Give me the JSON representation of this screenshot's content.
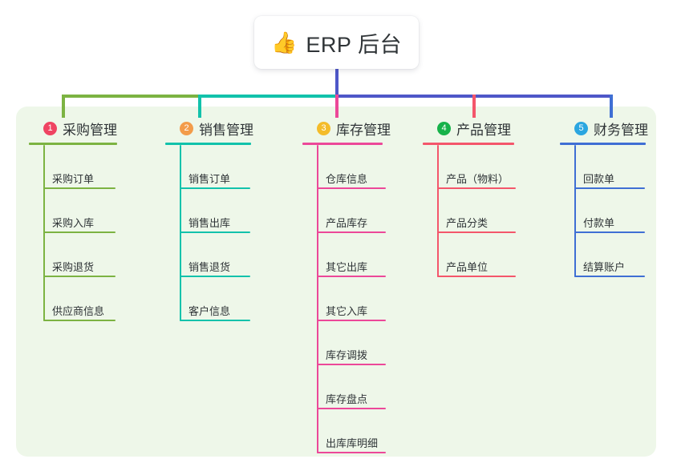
{
  "root": {
    "icon": "thumbs-up-icon",
    "emoji": "👍",
    "title": "ERP 后台"
  },
  "panel": {
    "background": "#eef7e9"
  },
  "connector": {
    "trunk_color": "#4e57c8",
    "segments": [
      {
        "color": "#7cb342"
      },
      {
        "color": "#12c2ab"
      },
      {
        "color": "#4e57c8"
      }
    ]
  },
  "columns": [
    {
      "number": "1",
      "title": "采购管理",
      "badge_color": "#ef4462",
      "line_color": "#7cb342",
      "items": [
        {
          "label": "采购订单"
        },
        {
          "label": "采购入库"
        },
        {
          "label": "采购退货"
        },
        {
          "label": "供应商信息"
        }
      ]
    },
    {
      "number": "2",
      "title": "销售管理",
      "badge_color": "#f39c4a",
      "line_color": "#12c2ab",
      "items": [
        {
          "label": "销售订单"
        },
        {
          "label": "销售出库"
        },
        {
          "label": "销售退货"
        },
        {
          "label": "客户信息"
        }
      ]
    },
    {
      "number": "3",
      "title": "库存管理",
      "badge_color": "#f4bc2a",
      "line_color": "#ec4899",
      "items": [
        {
          "label": "仓库信息"
        },
        {
          "label": "产品库存"
        },
        {
          "label": "其它出库"
        },
        {
          "label": "其它入库"
        },
        {
          "label": "库存调拨"
        },
        {
          "label": "库存盘点"
        },
        {
          "label": "出库库明细"
        }
      ]
    },
    {
      "number": "4",
      "title": "产品管理",
      "badge_color": "#17b24a",
      "line_color": "#f4566b",
      "items": [
        {
          "label": "产品（物料）"
        },
        {
          "label": "产品分类"
        },
        {
          "label": "产品单位"
        }
      ]
    },
    {
      "number": "5",
      "title": "财务管理",
      "badge_color": "#2ba6e0",
      "line_color": "#3f6fd4",
      "items": [
        {
          "label": "回款单"
        },
        {
          "label": "付款单"
        },
        {
          "label": "结算账户"
        }
      ]
    }
  ]
}
